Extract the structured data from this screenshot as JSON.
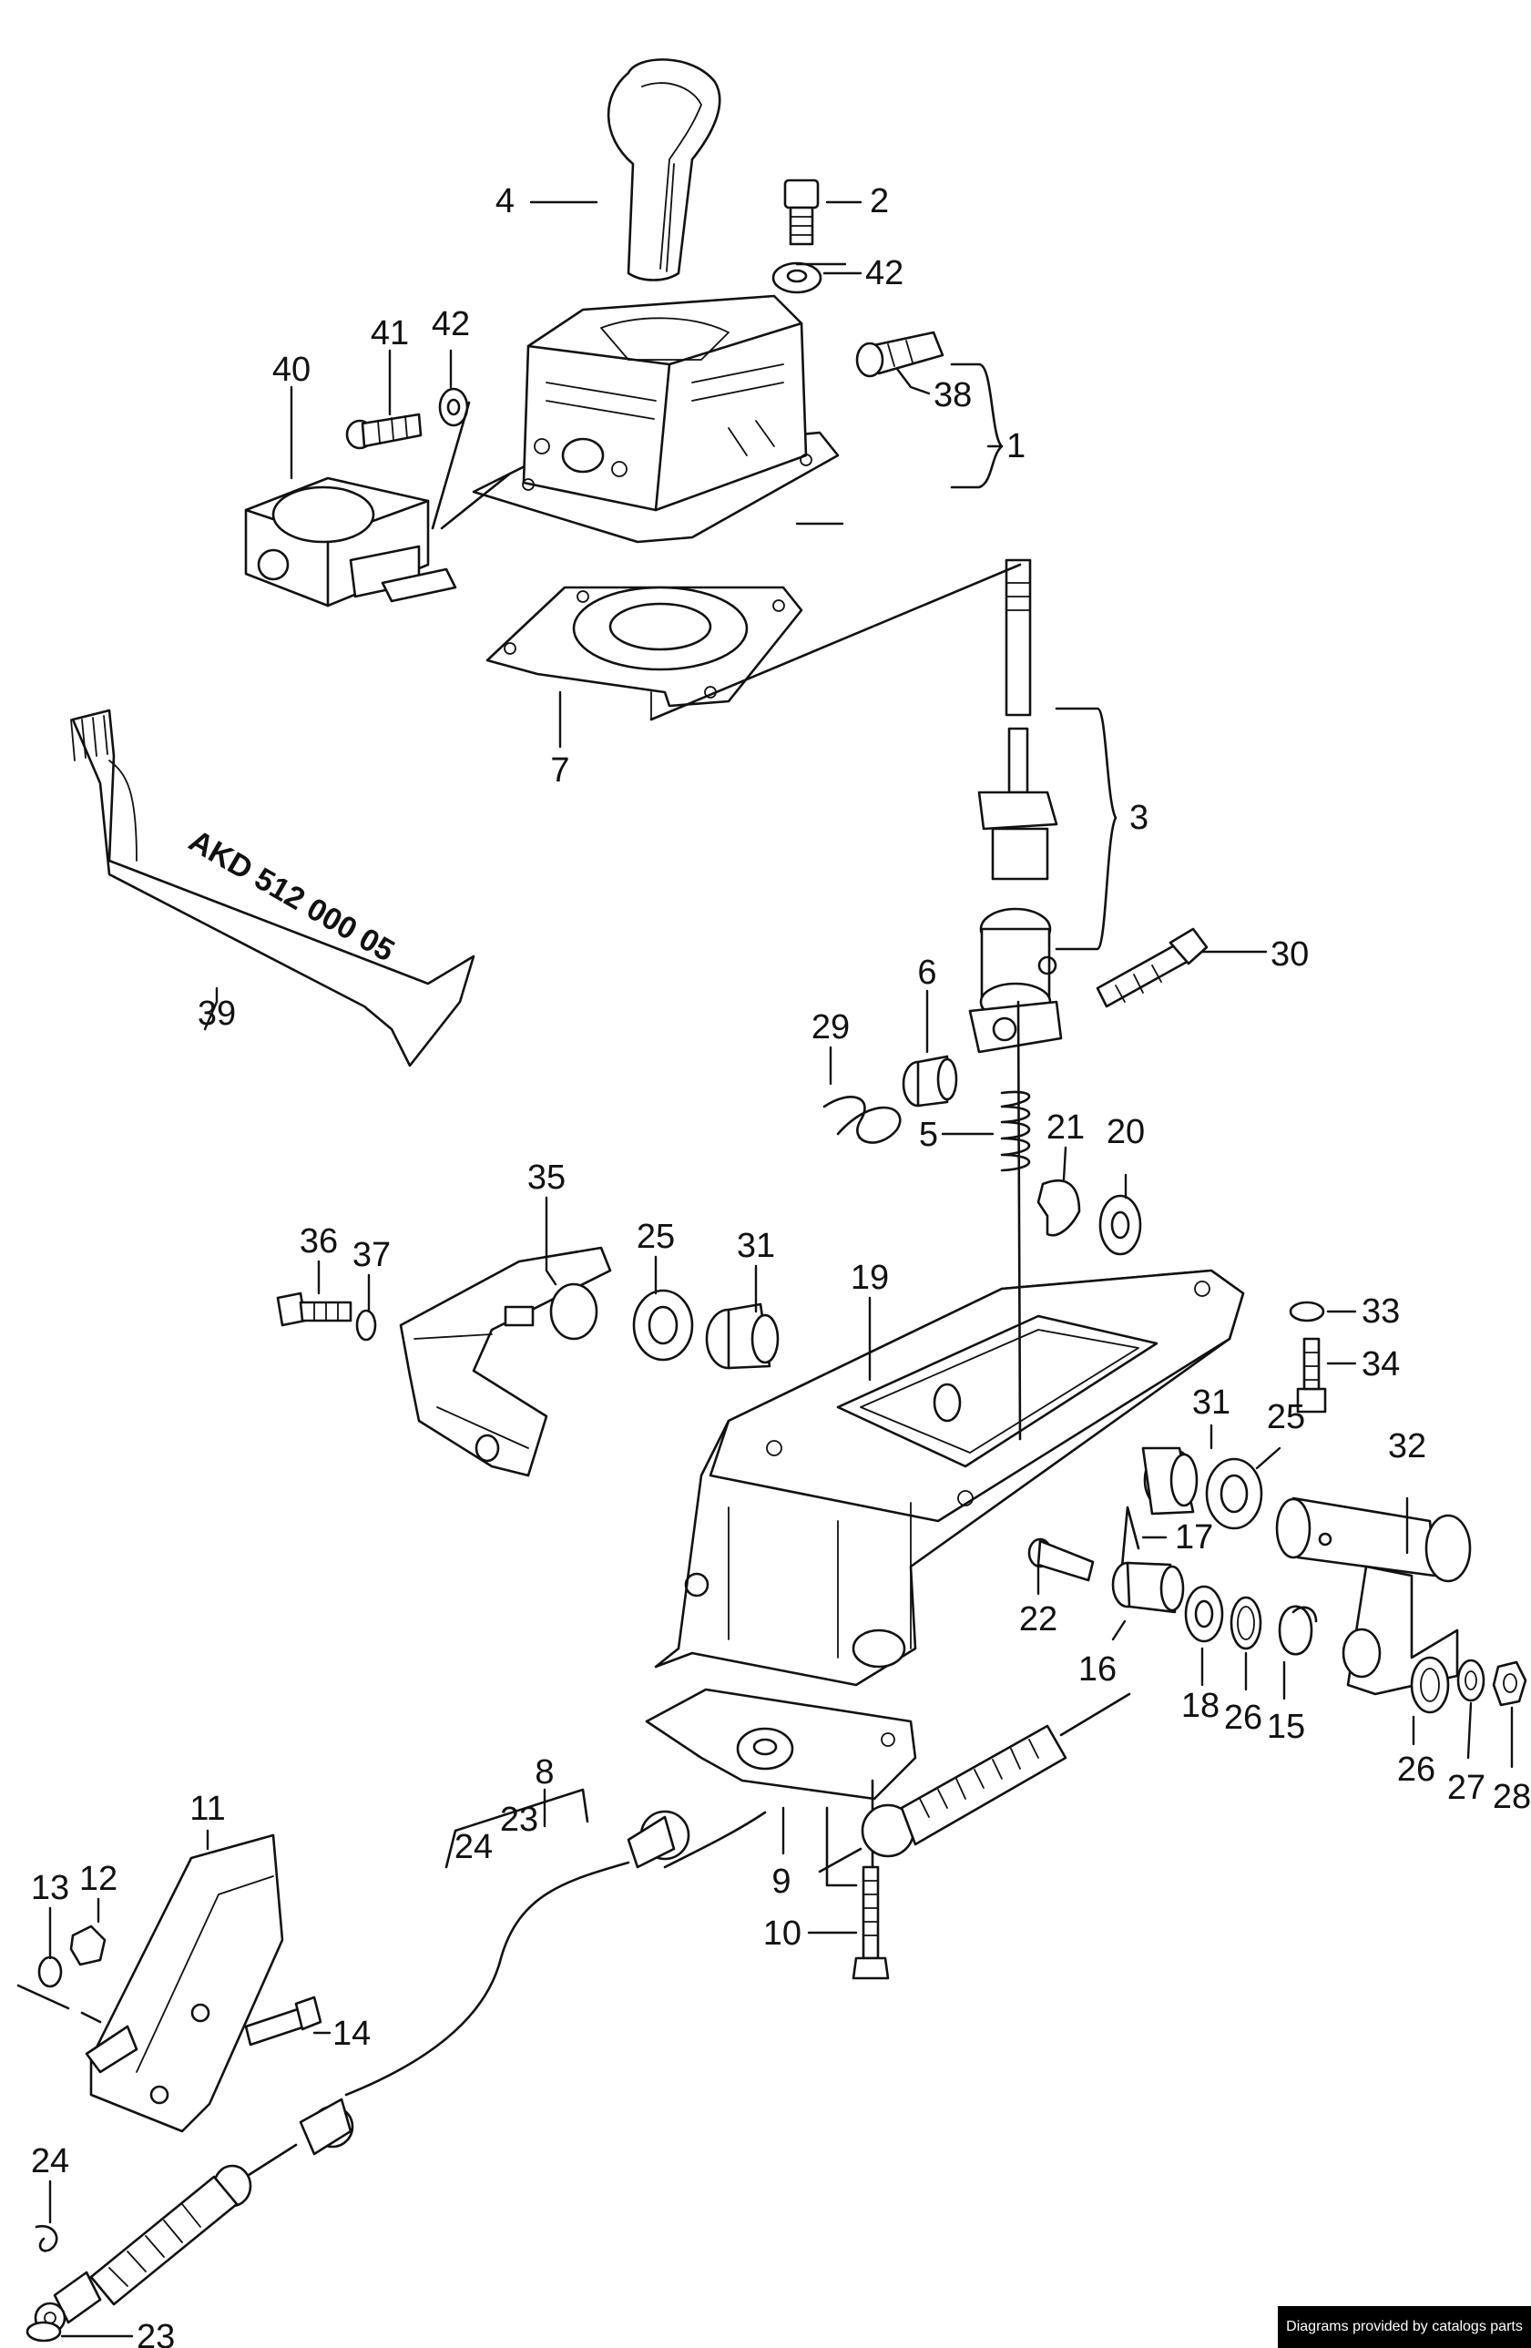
{
  "callouts": {
    "c1": "1",
    "c2": "2",
    "c3": "3",
    "c4": "4",
    "c5": "5",
    "c6": "6",
    "c7": "7",
    "c8": "8",
    "c9": "9",
    "c10": "10",
    "c11": "11",
    "c12": "12",
    "c13": "13",
    "c14": "14",
    "c15": "15",
    "c16": "16",
    "c17": "17",
    "c18": "18",
    "c19": "19",
    "c20": "20",
    "c21": "21",
    "c22": "22",
    "c23_top": "23",
    "c23_bottom": "23",
    "c24_top": "24",
    "c24_bottom": "24",
    "c25_left": "25",
    "c25_right": "25",
    "c26_left": "26",
    "c26_right": "26",
    "c27": "27",
    "c28": "28",
    "c29": "29",
    "c30": "30",
    "c31_left": "31",
    "c31_right": "31",
    "c32": "32",
    "c33": "33",
    "c34": "34",
    "c35": "35",
    "c36": "36",
    "c37": "37",
    "c38": "38",
    "c39": "39",
    "c40": "40",
    "c41": "41",
    "c42_top": "42",
    "c42_left": "42"
  },
  "tube_label": "AKD 512 000 05",
  "credit": "Diagrams provided by catalogs parts"
}
